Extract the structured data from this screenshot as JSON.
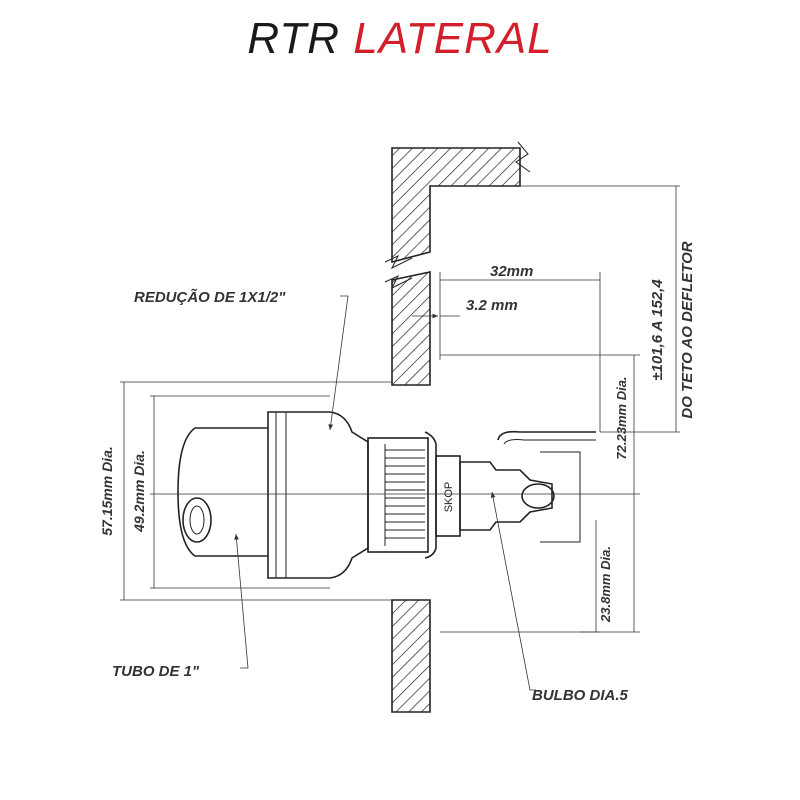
{
  "title": {
    "part1": "RTR",
    "part2": "LATERAL"
  },
  "colors": {
    "title_dark": "#1a1a1a",
    "title_accent": "#d21f2b",
    "line": "#222222",
    "label": "#333333"
  },
  "labels": {
    "reducao": "REDUÇÃO DE 1X1/2\"",
    "tubo": "TUBO DE 1\"",
    "bulbo": "BULBO DIA.5",
    "dim_32": "32mm",
    "dim_32_mm": "3.2 mm",
    "dim_57": "57.15mm Dia.",
    "dim_49": "49.2mm Dia.",
    "dim_72": "72.23mm Dia.",
    "dim_23": "23.8mm Dia.",
    "dim_teto_1": "±101,6 A 152,4",
    "dim_teto_2": "DO TETO AO DEFLETOR",
    "body_mark": "SKOP"
  }
}
